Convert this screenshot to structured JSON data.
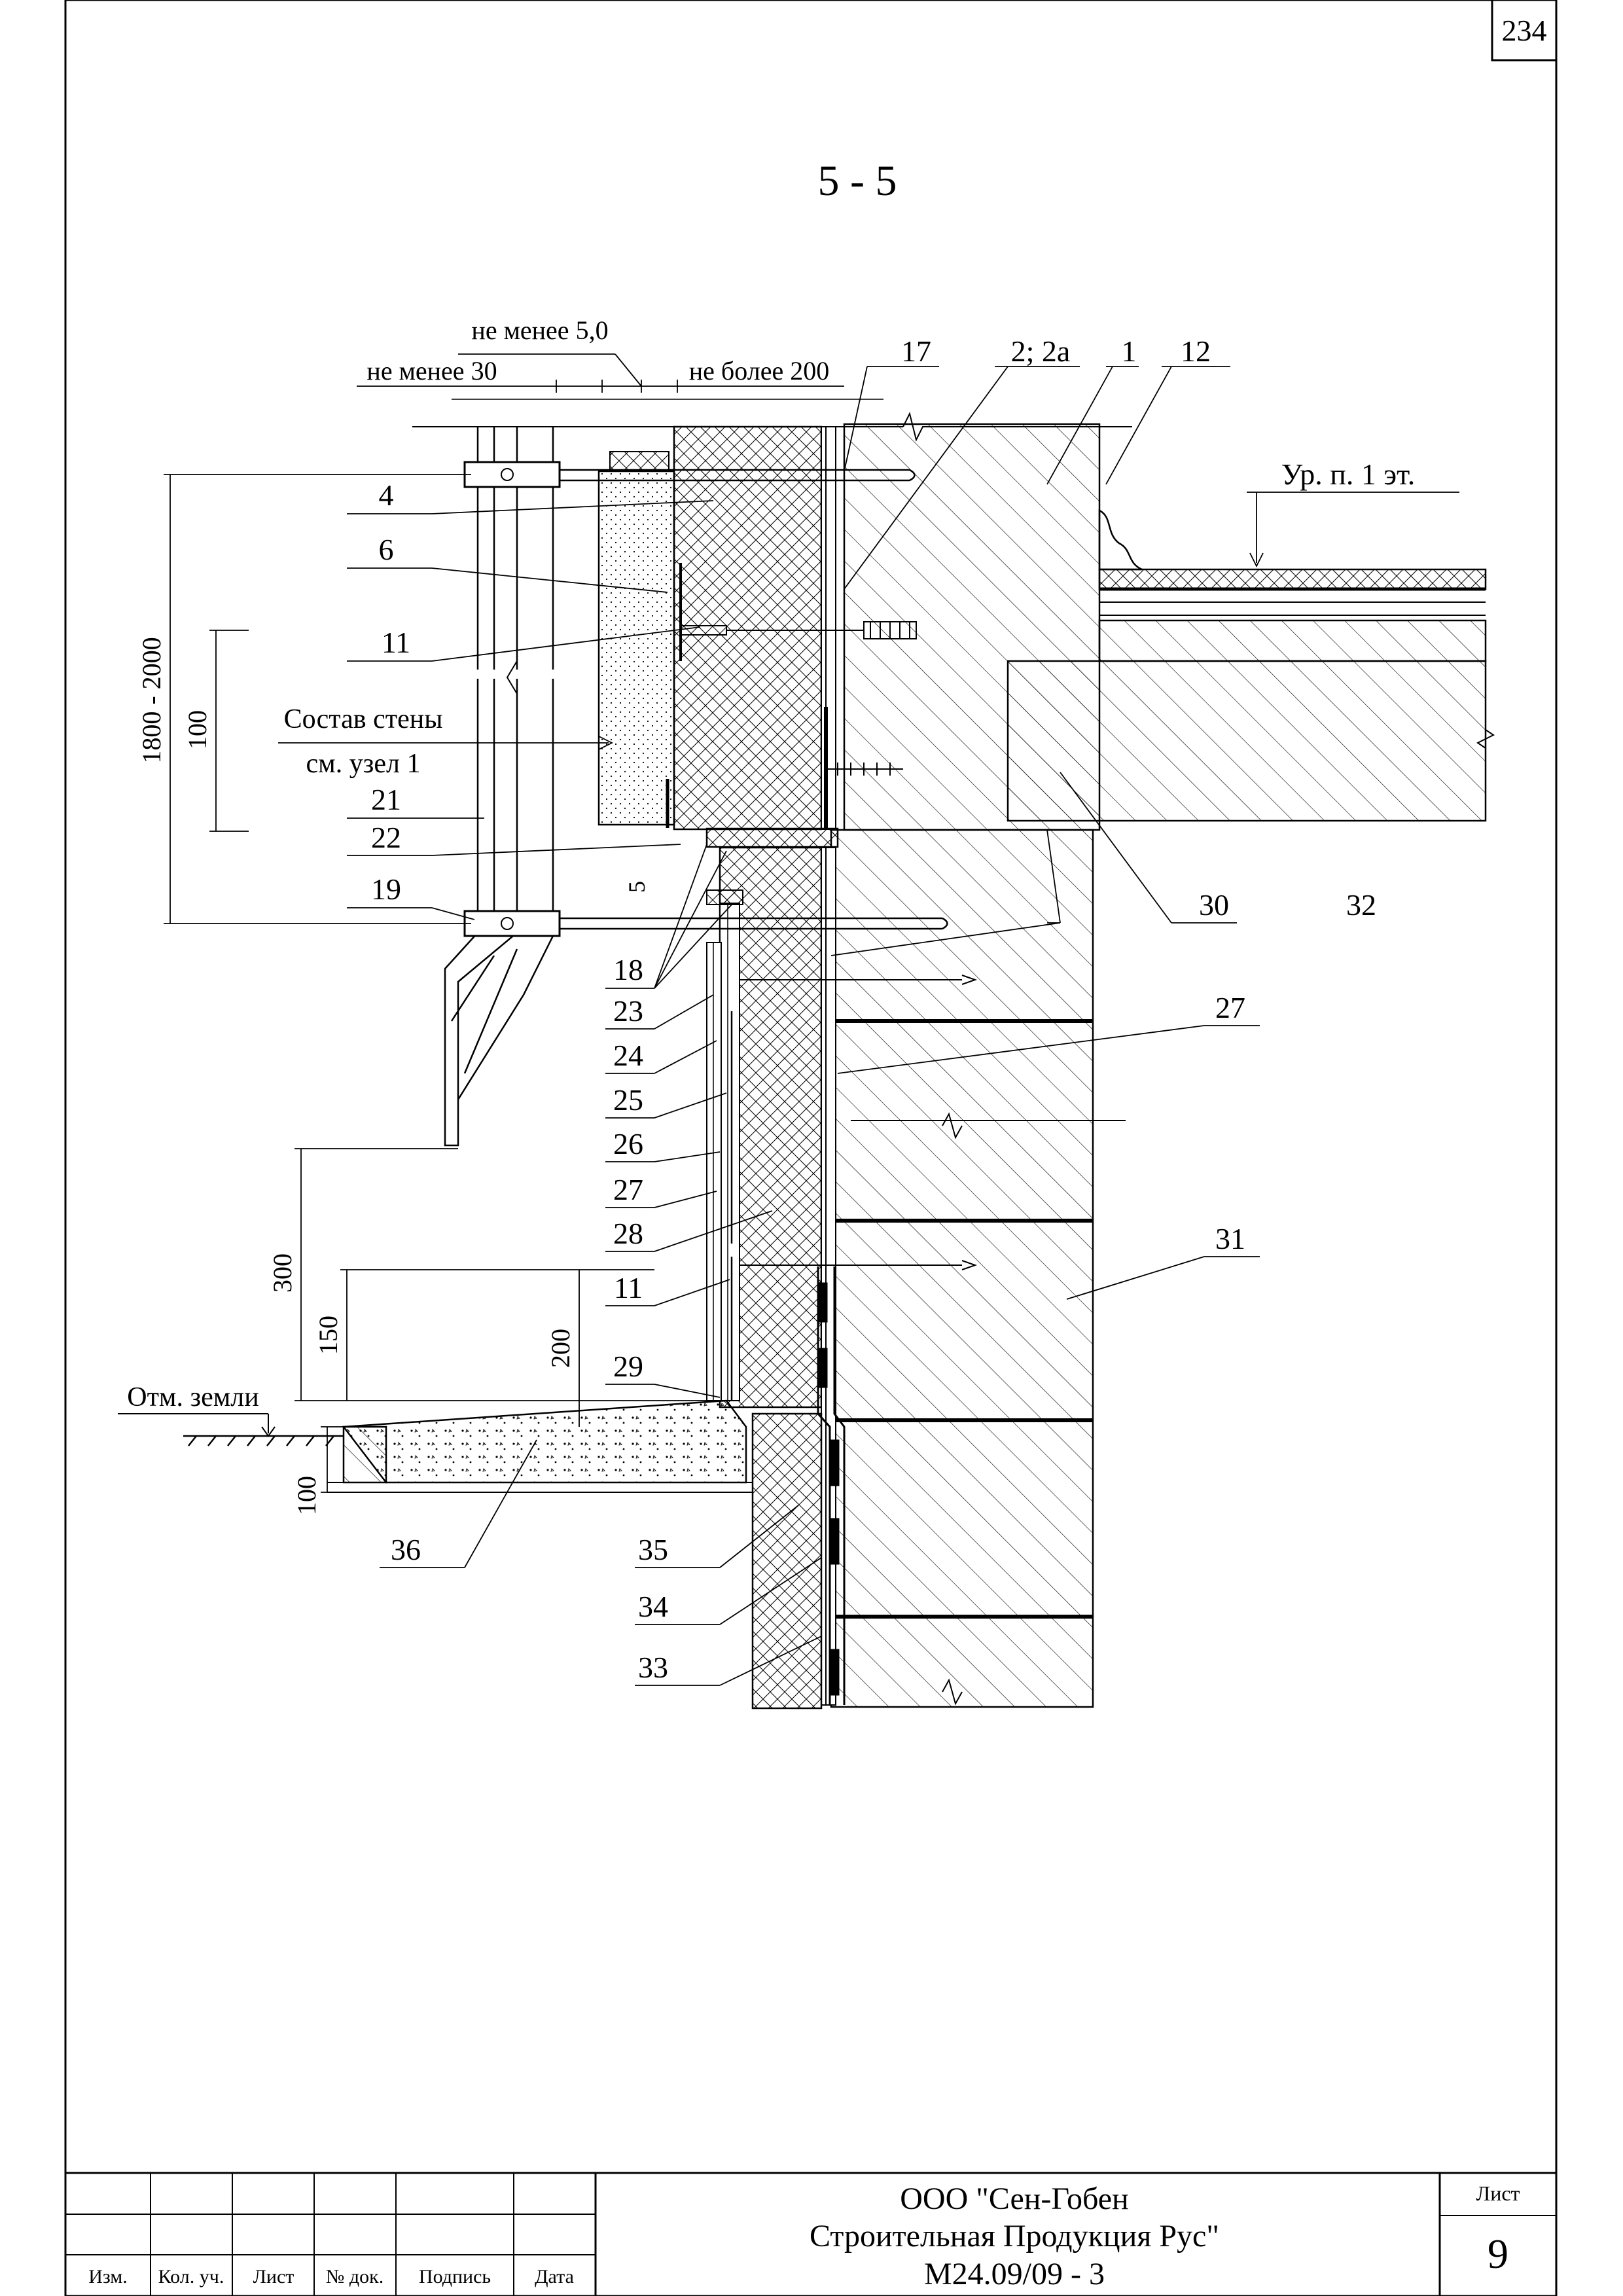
{
  "page": {
    "number": "234"
  },
  "section": {
    "title": "5 - 5"
  },
  "dimensions": {
    "min_5": "не менее 5,0",
    "min_30": "не менее 30",
    "max_200": "не более 200",
    "span_1800": "1800 - 2000",
    "span_100": "100",
    "h300": "300",
    "h150": "150",
    "h200": "200",
    "h100": "100",
    "gap5": "5"
  },
  "labels": {
    "l17": "17",
    "l2": "2; 2а",
    "l1": "1",
    "l12": "12",
    "floor": "Ур. п. 1 эт.",
    "l4": "4",
    "l6": "6",
    "l11a": "11",
    "wall_note_1": "Состав стены",
    "wall_note_2": "см. узел 1",
    "l21": "21",
    "l22": "22",
    "l19": "19",
    "l18": "18",
    "l30": "30",
    "l32": "32",
    "l27a": "27",
    "l23": "23",
    "l24": "24",
    "l25": "25",
    "l26": "26",
    "l27b": "27",
    "l28": "28",
    "l11b": "11",
    "l29": "29",
    "l31": "31",
    "ground": "Отм. земли",
    "l36": "36",
    "l35": "35",
    "l34": "34",
    "l33": "33"
  },
  "title_block": {
    "col_headers": [
      "Изм.",
      "Кол. уч.",
      "Лист",
      "№ док.",
      "Подпись",
      "Дата"
    ],
    "company_1": "ООО \"Сен-Гобен",
    "company_2": "Строительная Продукция Рус\"",
    "code": "М24.09/09 - 3",
    "sheet_label": "Лист",
    "sheet_num": "9"
  }
}
